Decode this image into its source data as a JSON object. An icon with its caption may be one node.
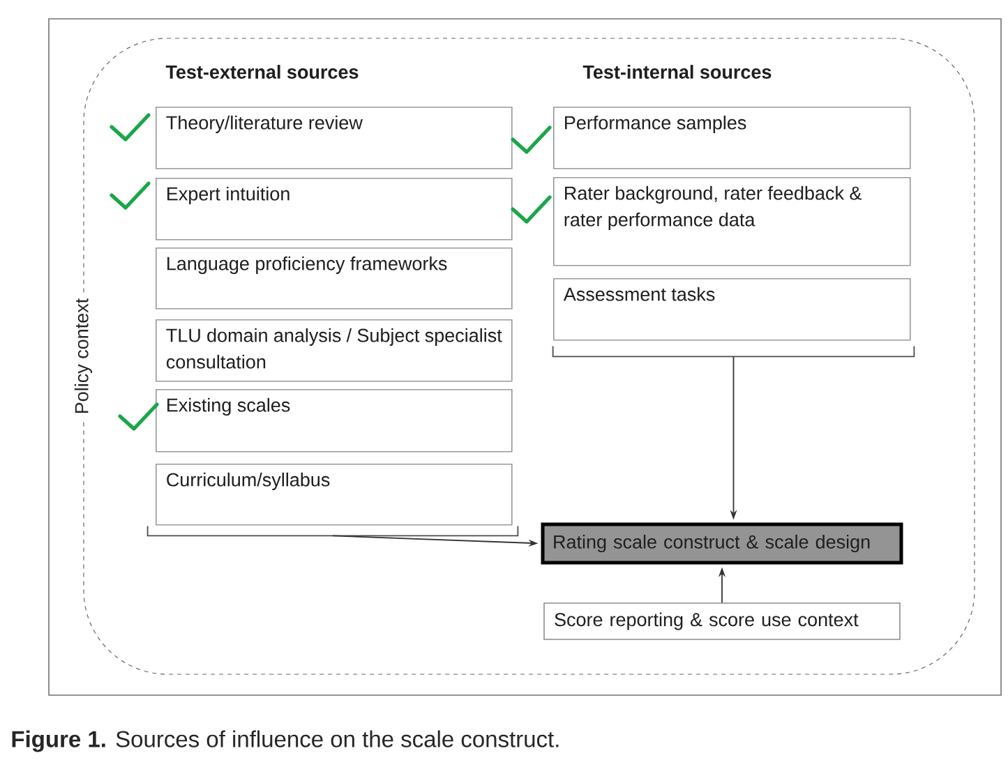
{
  "diagram": {
    "caption": "**Figure 1.** Sources of influence on the scale construct.",
    "nodes": [
      {
        "text": [
          "Policy context"
        ]
      },
      {
        "text": [
          "Theory/literature review"
        ],
        "in": 0
      },
      {
        "text": [
          "Expert intuition"
        ],
        "in": 0
      },
      {
        "text": [
          "Language proficiency frameworks"
        ],
        "in": 0
      },
      {
        "text": [
          "TLU domain analysis / Subject specialist consultation"
        ],
        "in": 0
      },
      {
        "text": [
          "Existing scales"
        ],
        "in": 0
      },
      {
        "text": [
          "Curriculum/syllabus"
        ],
        "in": 0
      },
      {
        "text": [
          "Performance samples"
        ],
        "in": 0
      },
      {
        "text": [
          "Rater background, rater feedback & rater performance data"
        ],
        "in": 0
      },
      {
        "text": [
          "Assessment tasks"
        ],
        "in": 0
      },
      {
        "text": [],
        "shape": "bracket",
        "in": 0
      },
      {
        "text": [],
        "shape": "bracket",
        "in": 0
      },
      {
        "text": [
          "Rating scale construct & scale design"
        ],
        "in": 0
      },
      {
        "text": [
          "Score reporting & score use context"
        ],
        "in": 0
      }
    ],
    "edges": [
      {
        "from": 10,
        "to": 12,
        "arrow": "to"
      },
      {
        "from": 11,
        "to": 12,
        "arrow": "to"
      },
      {
        "from": 13,
        "to": 12,
        "arrow": "to"
      }
    ],
    "labels": [
      "Test-external sources",
      "Test-internal sources"
    ]
  }
}
